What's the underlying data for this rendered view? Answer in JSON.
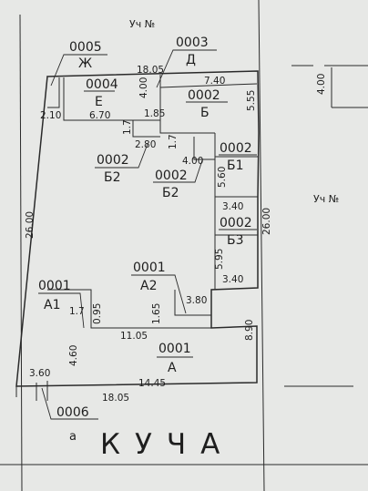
{
  "header": {
    "parcel_top": "Уч №",
    "parcel_right": "Уч №"
  },
  "street": {
    "name": "КУЧА",
    "letter": "а"
  },
  "units": [
    {
      "code": "0005",
      "label": "Ж"
    },
    {
      "code": "0003",
      "label": "Д"
    },
    {
      "code": "0004",
      "label": "Е"
    },
    {
      "code": "0002",
      "label": "Б"
    },
    {
      "code": "0002",
      "label": "Б1"
    },
    {
      "code": "0002",
      "label": "Б2"
    },
    {
      "code": "0002",
      "label": "Б2"
    },
    {
      "code": "0002",
      "label": "Б3"
    },
    {
      "code": "0001",
      "label": "А2"
    },
    {
      "code": "0001",
      "label": "А1"
    },
    {
      "code": "0001",
      "label": "А"
    },
    {
      "code": "0006",
      "label": ""
    }
  ],
  "dimensions": [
    "18.05",
    "7.40",
    "4.00",
    "5.55",
    "2.10",
    "6.70",
    "1.85",
    "1.7",
    "2.80",
    "1.7",
    "4.00",
    "5.60",
    "3.40",
    "26.00",
    "5.95",
    "3.40",
    "26.00",
    "3.80",
    "1.65",
    "0.95",
    "1.7",
    "11.05",
    "8.90",
    "4.60",
    "3.60",
    "14.45",
    "18.05",
    "4.00"
  ]
}
